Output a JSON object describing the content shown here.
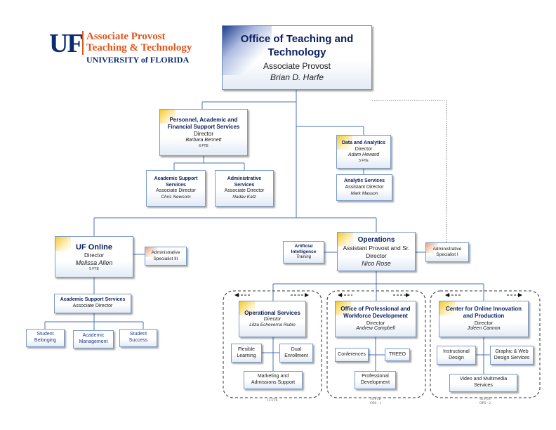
{
  "logo": {
    "mark": "UF",
    "line1": "Associate Provost",
    "line2": "Teaching & Technology",
    "line3": "UNIVERSITY of FLORIDA"
  },
  "colors": {
    "navy": "#0b1f5c",
    "orange": "#e0561b",
    "line": "#4a72b8",
    "border": "#7a9ac8",
    "highlight": "#f7c928"
  },
  "top": {
    "title": "Office of Teaching and Technology",
    "role": "Associate Provost",
    "name": "Brian D. Harfe"
  },
  "personnel": {
    "title": "Personnel, Academic and Financial Support Services",
    "role": "Director",
    "name": "Barbara Bennett",
    "fte": "6 FTE"
  },
  "academic_support": {
    "title": "Academic Support Services",
    "role": "Associate Director",
    "name": "Chris Newsom"
  },
  "admin_services": {
    "title": "Administrative Services",
    "role": "Associate Director",
    "name": "Nadav Katz"
  },
  "data_analytics": {
    "title": "Data and Analytics",
    "role": "Director",
    "name": "Adam Heward",
    "fte": "5 FTE"
  },
  "analytic_services": {
    "title": "Analytic Services",
    "role": "Assistant Director",
    "name": "Mark Masson"
  },
  "uf_online": {
    "title": "UF Online",
    "role": "Director",
    "name": "Melissa Allen",
    "fte": "5 FTE"
  },
  "uf_admin_specialist": {
    "label": "Administrative Specialist III"
  },
  "uf_academic_support": {
    "title": "Academic Support Services",
    "role": "Associate Director"
  },
  "student_belonging": {
    "label": "Student Belonging"
  },
  "academic_management": {
    "label": "Academic Management"
  },
  "student_success": {
    "label": "Student Success"
  },
  "ai": {
    "title": "Artificial Intelligence",
    "name": "Training"
  },
  "operations": {
    "title": "Operations",
    "role": "Assistant Provost and Sr. Director",
    "name": "Nico Rose"
  },
  "ops_admin_specialist": {
    "label": "Administrative Specialist I"
  },
  "operational_services": {
    "title": "Operational Services",
    "role": "Director",
    "name": "Litza Echeverria Rubio"
  },
  "flexible_learning": {
    "label": "Flexible Learning"
  },
  "dual_enrollment": {
    "label": "Dual Enrollment"
  },
  "marketing": {
    "label": "Marketing and Admissions Support"
  },
  "opwd": {
    "title": "Office of Professional and Workforce Development",
    "role": "Director",
    "name": "Andrew Campbell"
  },
  "conferences": {
    "label": "Conferences"
  },
  "treeo": {
    "label": "TREEO"
  },
  "professional_development": {
    "label": "Professional Development"
  },
  "coip": {
    "title": "Center for Online Innovation and Production",
    "role": "Director",
    "name": "Joleen Cannon"
  },
  "instructional_design": {
    "label": "Instructional Design"
  },
  "graphic_web": {
    "label": "Graphic & Web Design Services"
  },
  "video": {
    "label": "Video and Multimedia Services"
  },
  "group_fte": {
    "g1": "13 FTE",
    "g2a": "19 FTE",
    "g2b": "OPS - 1",
    "g3a": "33 FTE",
    "g3b": "OPS - 2"
  }
}
